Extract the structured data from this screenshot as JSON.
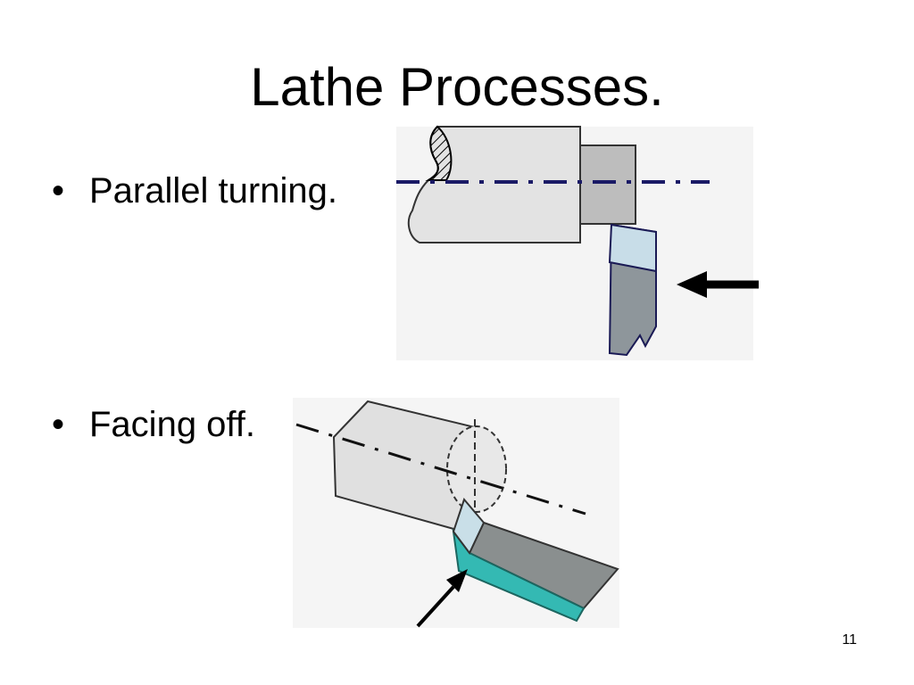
{
  "slide": {
    "title": "Lathe Processes.",
    "bullets": [
      {
        "marker": "•",
        "text": "Parallel turning."
      },
      {
        "marker": "•",
        "text": "Facing off."
      }
    ],
    "page_number": "11"
  },
  "illustrations": {
    "parallel_turning": "lathe-parallel-turning-diagram",
    "facing_off": "lathe-facing-off-diagram"
  },
  "colors": {
    "workpiece": "#e3e3e3",
    "workpiece_step": "#bdbdbd",
    "tool_body": "#8e969b",
    "tool_tip": "#c8dde8",
    "centerline": "#1a1a66",
    "facing_tool_body": "#34b9b3",
    "facing_tool_side": "#8a8f8f",
    "facing_tool_tip": "#c9dfe8"
  }
}
